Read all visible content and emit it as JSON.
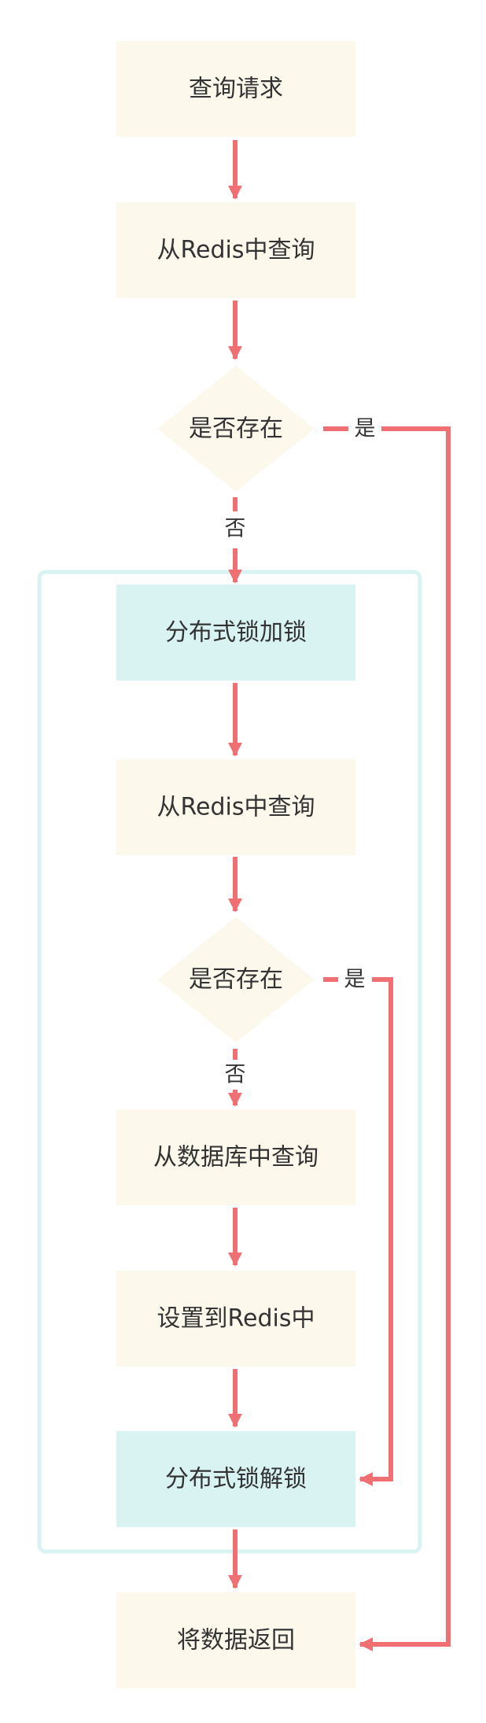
{
  "colors": {
    "node_fill": "#fcf9ec",
    "lock_fill": "#d9f3f3",
    "group_border": "#d9f3f3",
    "arrow": "#ef6f73",
    "text": "#333333"
  },
  "nodes": {
    "query_request": "查询请求",
    "redis_query_1": "从Redis中查询",
    "exists_1": "是否存在",
    "lock": "分布式锁加锁",
    "redis_query_2": "从Redis中查询",
    "exists_2": "是否存在",
    "db_query": "从数据库中查询",
    "set_redis": "设置到Redis中",
    "unlock": "分布式锁解锁",
    "return_data": "将数据返回"
  },
  "edge_labels": {
    "exists_1_yes": "是",
    "exists_1_no": "否",
    "exists_2_yes": "是",
    "exists_2_no": "否"
  }
}
